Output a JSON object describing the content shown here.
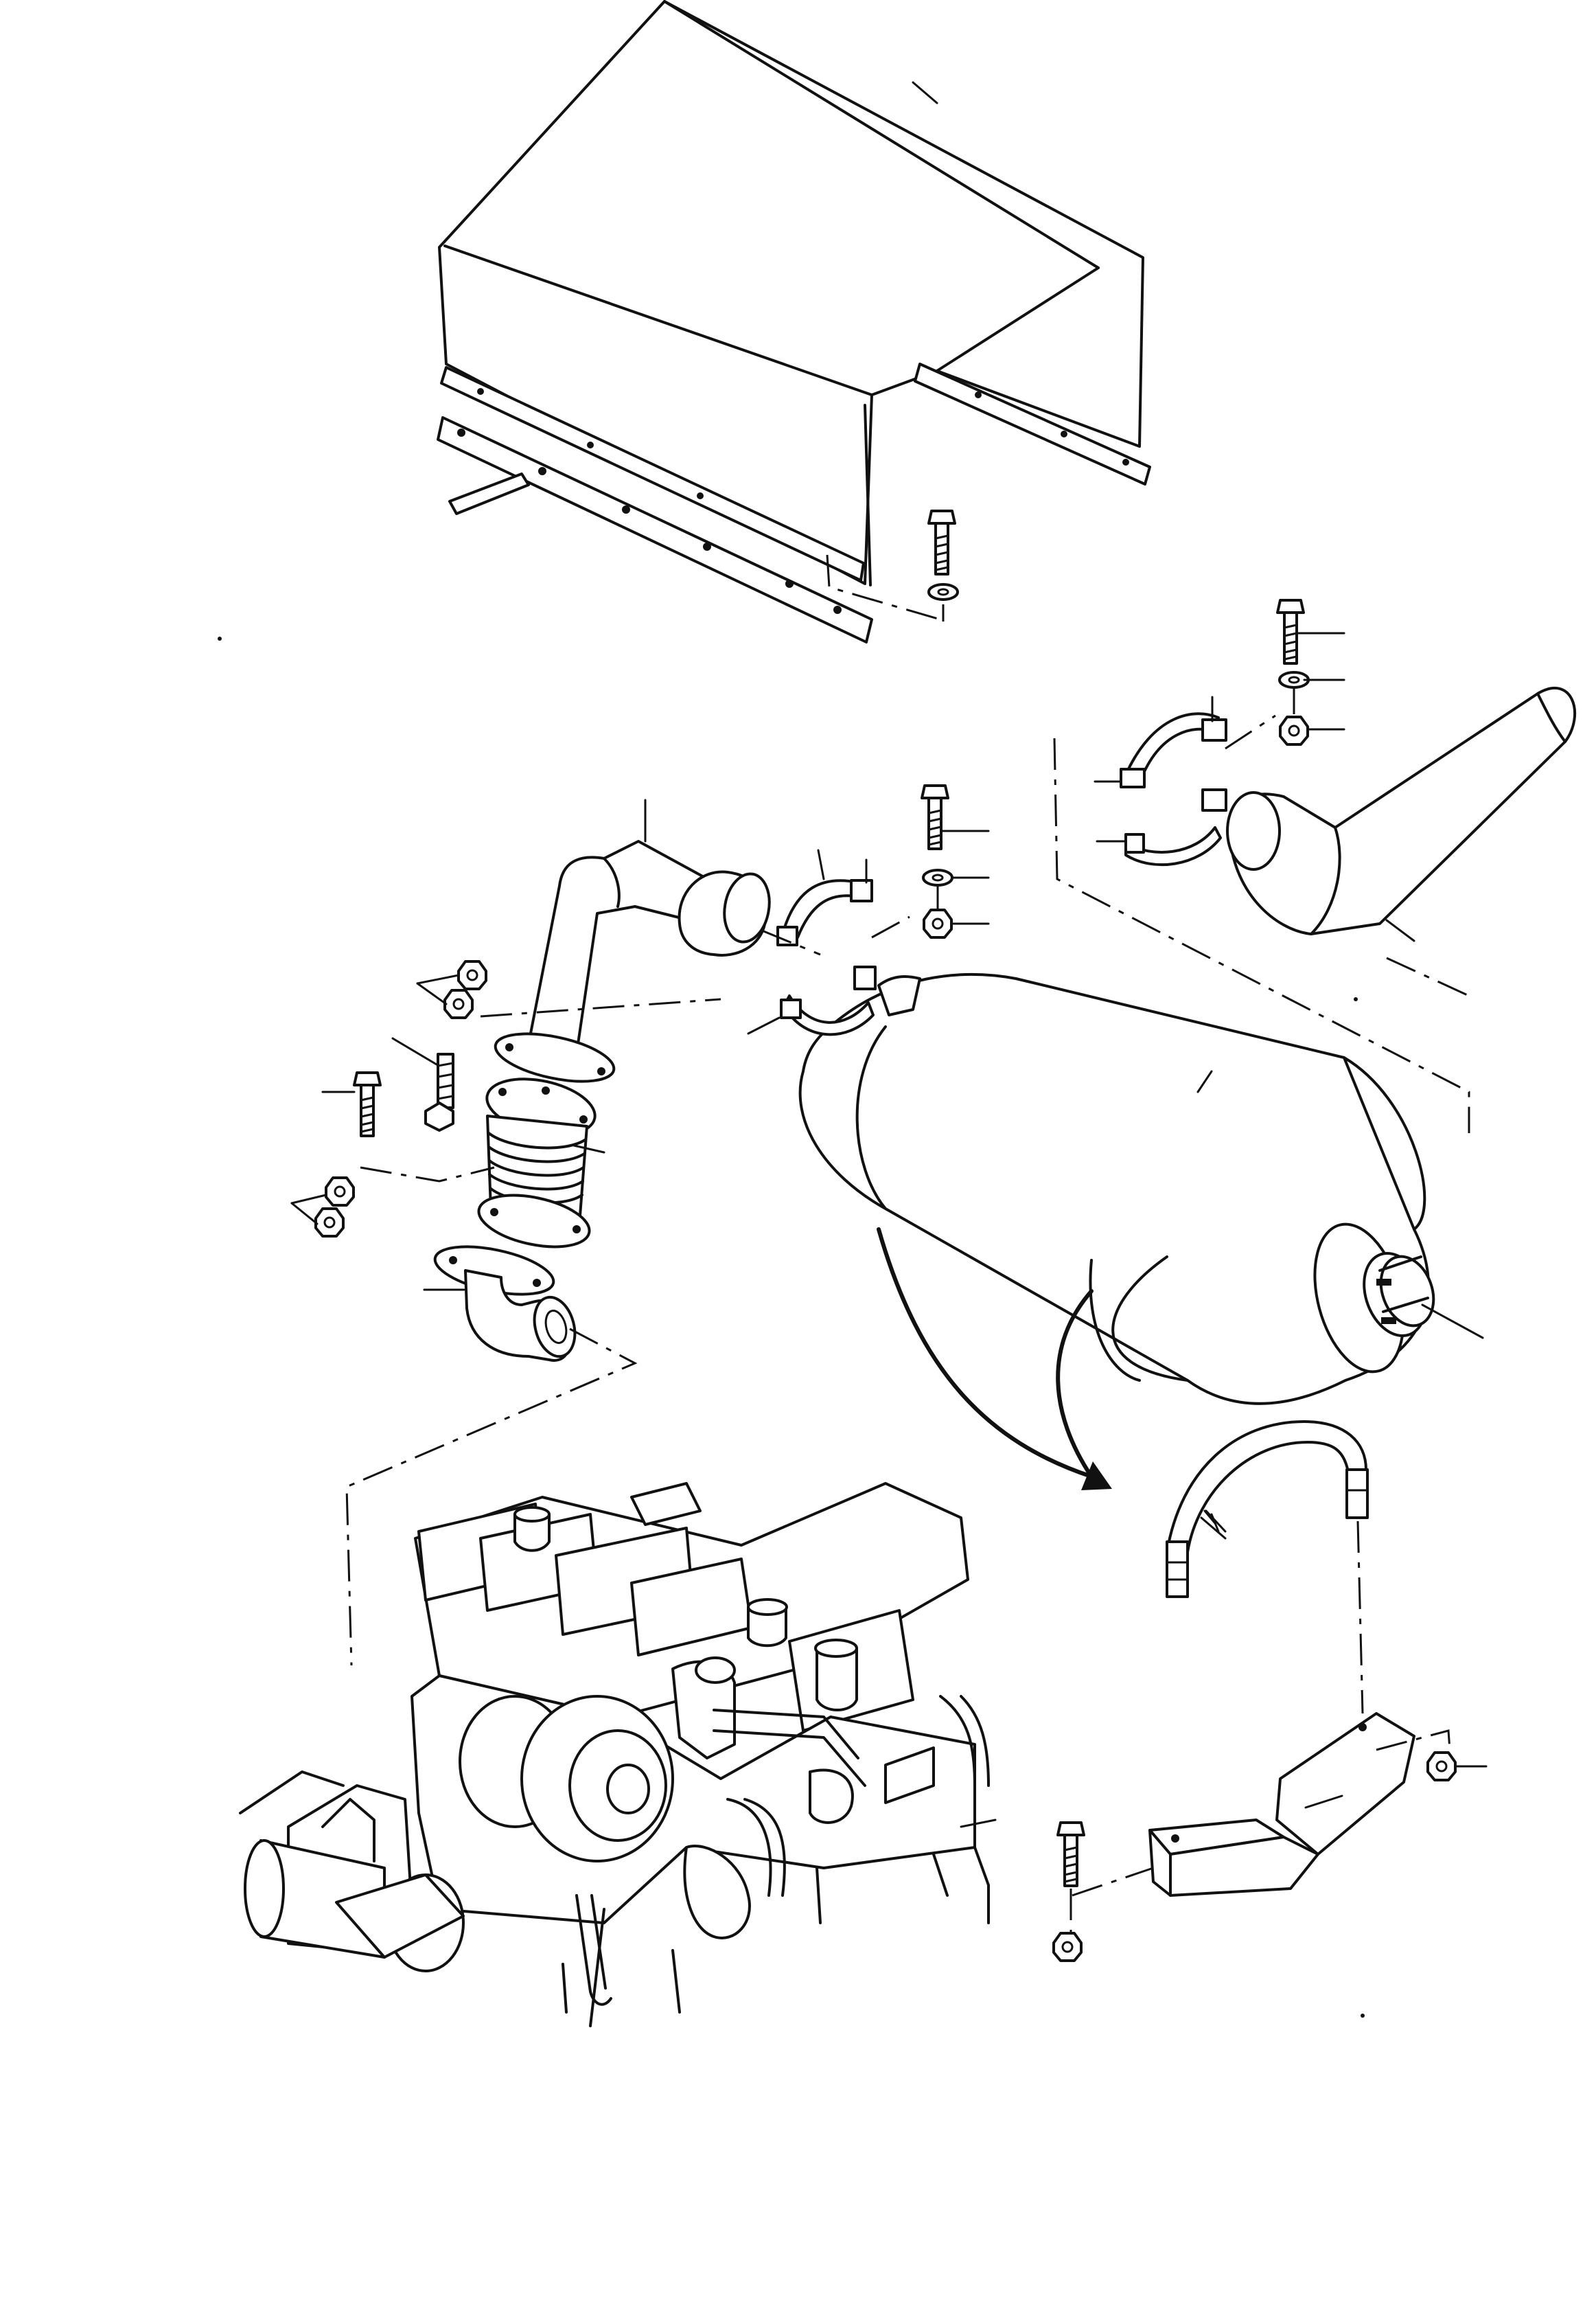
{
  "diagram": {
    "kind": "exploded-parts-view",
    "parts": [
      {
        "id": "heat-shield-cover",
        "icon": "cover-icon"
      },
      {
        "id": "exhaust-pipe-upper",
        "icon": "pipe-icon"
      },
      {
        "id": "flexible-bellows",
        "icon": "bellows-icon"
      },
      {
        "id": "exhaust-elbow-lower",
        "icon": "elbow-icon"
      },
      {
        "id": "muffler",
        "icon": "muffler-icon"
      },
      {
        "id": "tailpipe",
        "icon": "pipe-icon"
      },
      {
        "id": "clamp-band-mid",
        "icon": "clamp-icon"
      },
      {
        "id": "clamp-band-right",
        "icon": "clamp-icon"
      },
      {
        "id": "support-strap",
        "icon": "strap-icon"
      },
      {
        "id": "mounting-bracket",
        "icon": "bracket-icon"
      },
      {
        "id": "engine",
        "icon": "engine-icon"
      },
      {
        "id": "bolts",
        "icon": "bolt-icon"
      },
      {
        "id": "nuts",
        "icon": "nut-icon"
      },
      {
        "id": "washers",
        "icon": "washer-icon"
      }
    ],
    "line_color": "#111111",
    "background": "#ffffff"
  }
}
